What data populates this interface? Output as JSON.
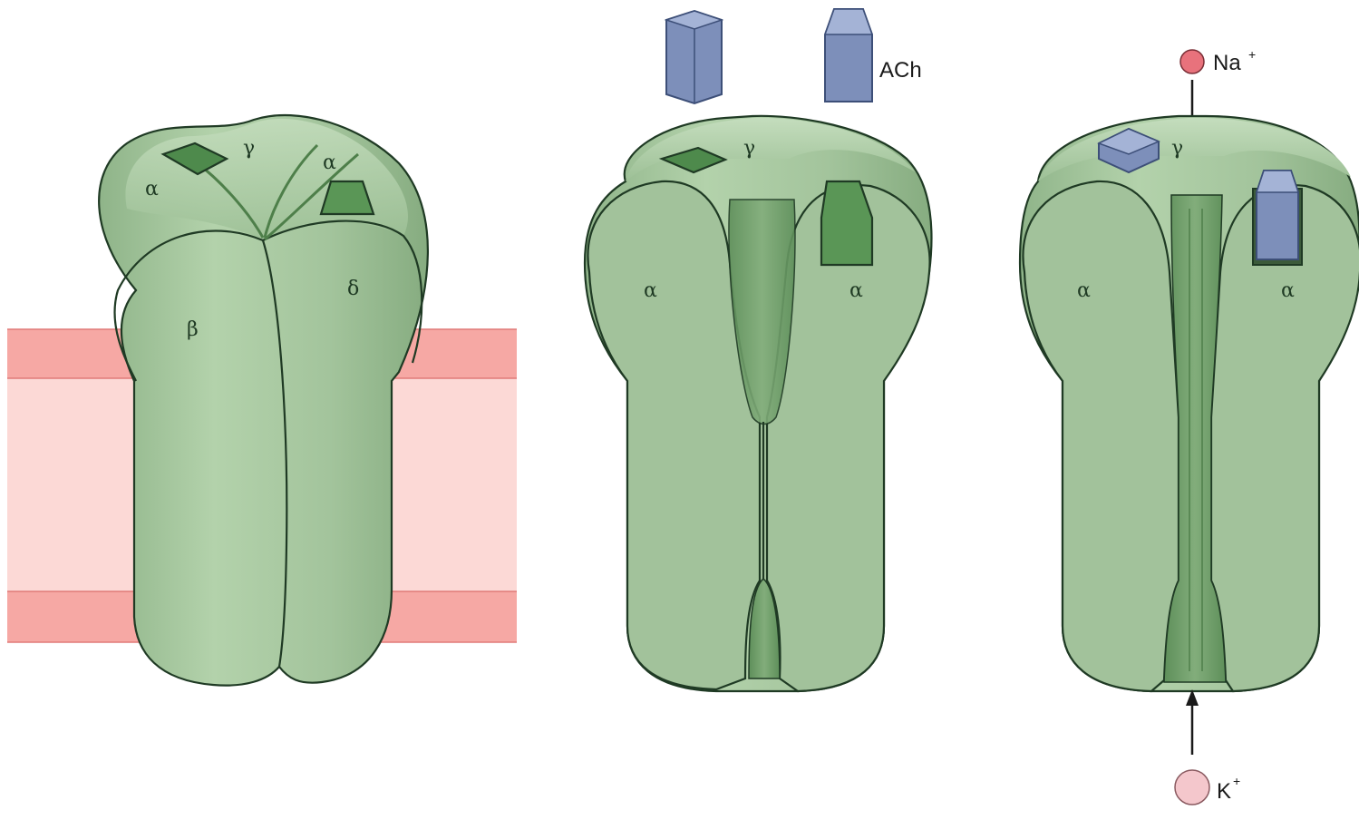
{
  "panels": [
    {
      "id": "closed-receptor",
      "subunits": {
        "alpha_left": "α",
        "gamma": "γ",
        "alpha_right": "α",
        "beta": "β",
        "delta": "δ"
      }
    },
    {
      "id": "ach-approaching",
      "subunits": {
        "gamma": "γ",
        "alpha_left": "α",
        "alpha_right": "α"
      },
      "ligand_label": "ACh"
    },
    {
      "id": "open-channel",
      "subunits": {
        "gamma": "γ",
        "alpha_left": "α",
        "alpha_right": "α"
      },
      "ions": [
        {
          "symbol": "Na",
          "charge": "+",
          "direction": "inward",
          "color": "#e8727c"
        },
        {
          "symbol": "K",
          "charge": "+",
          "direction": "outward",
          "color": "#f4c7cc"
        }
      ]
    }
  ],
  "colors": {
    "membrane_outer": "#f6a8a4",
    "membrane_inner": "#fcd9d6",
    "receptor": "#a6c59f",
    "receptor_dark": "#6f9c6a",
    "ligand": "#7d8fba"
  }
}
